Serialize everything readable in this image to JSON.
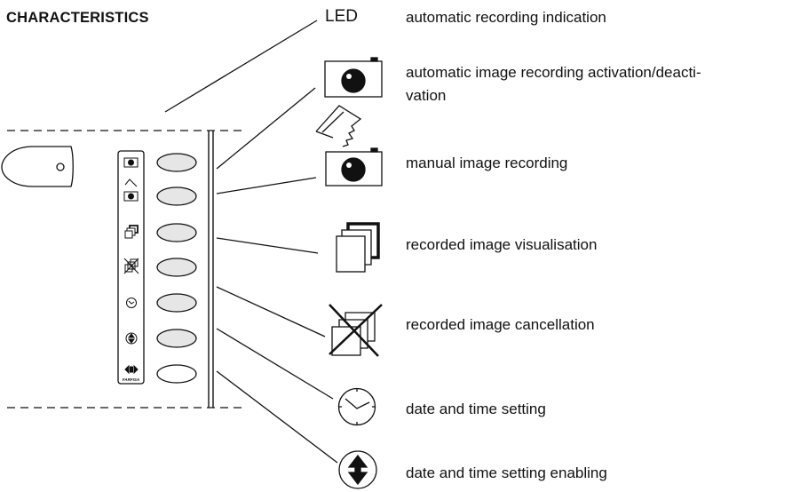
{
  "title": "CHARACTERISTICS",
  "led_label": "LED",
  "brand": "FARFISA",
  "features": [
    {
      "icon": "led-indicator-icon",
      "label": "automatic recording indication"
    },
    {
      "icon": "camera-icon",
      "label": "automatic image recording activation/deacti-vation"
    },
    {
      "icon": "hand-camera-icon",
      "label": "manual image recording"
    },
    {
      "icon": "stacked-images-icon",
      "label": "recorded image visualisation"
    },
    {
      "icon": "crossed-images-icon",
      "label": "recorded image cancellation"
    },
    {
      "icon": "clock-icon",
      "label": "date and time setting"
    },
    {
      "icon": "up-down-arrow-icon",
      "label": "date and time setting enabling"
    }
  ],
  "colors": {
    "line": "#111111",
    "button_fill": "#e6e6e6",
    "background": "#ffffff"
  }
}
